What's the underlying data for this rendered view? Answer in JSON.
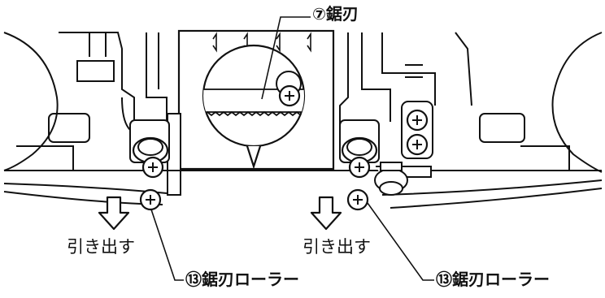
{
  "labels": {
    "saw_blade": "⑦鋸刃",
    "pull_out_left": "引き出す",
    "pull_out_right": "引き出す",
    "roller_left": "⑬鋸刃ローラー",
    "roller_right": "⑬鋸刃ローラー"
  },
  "colors": {
    "line": "#111111",
    "fill": "#ffffff",
    "shade": "#dcdcdc"
  },
  "icons": {
    "arrow": "down-arrow-icon",
    "screw": "phillips-screw-icon"
  }
}
